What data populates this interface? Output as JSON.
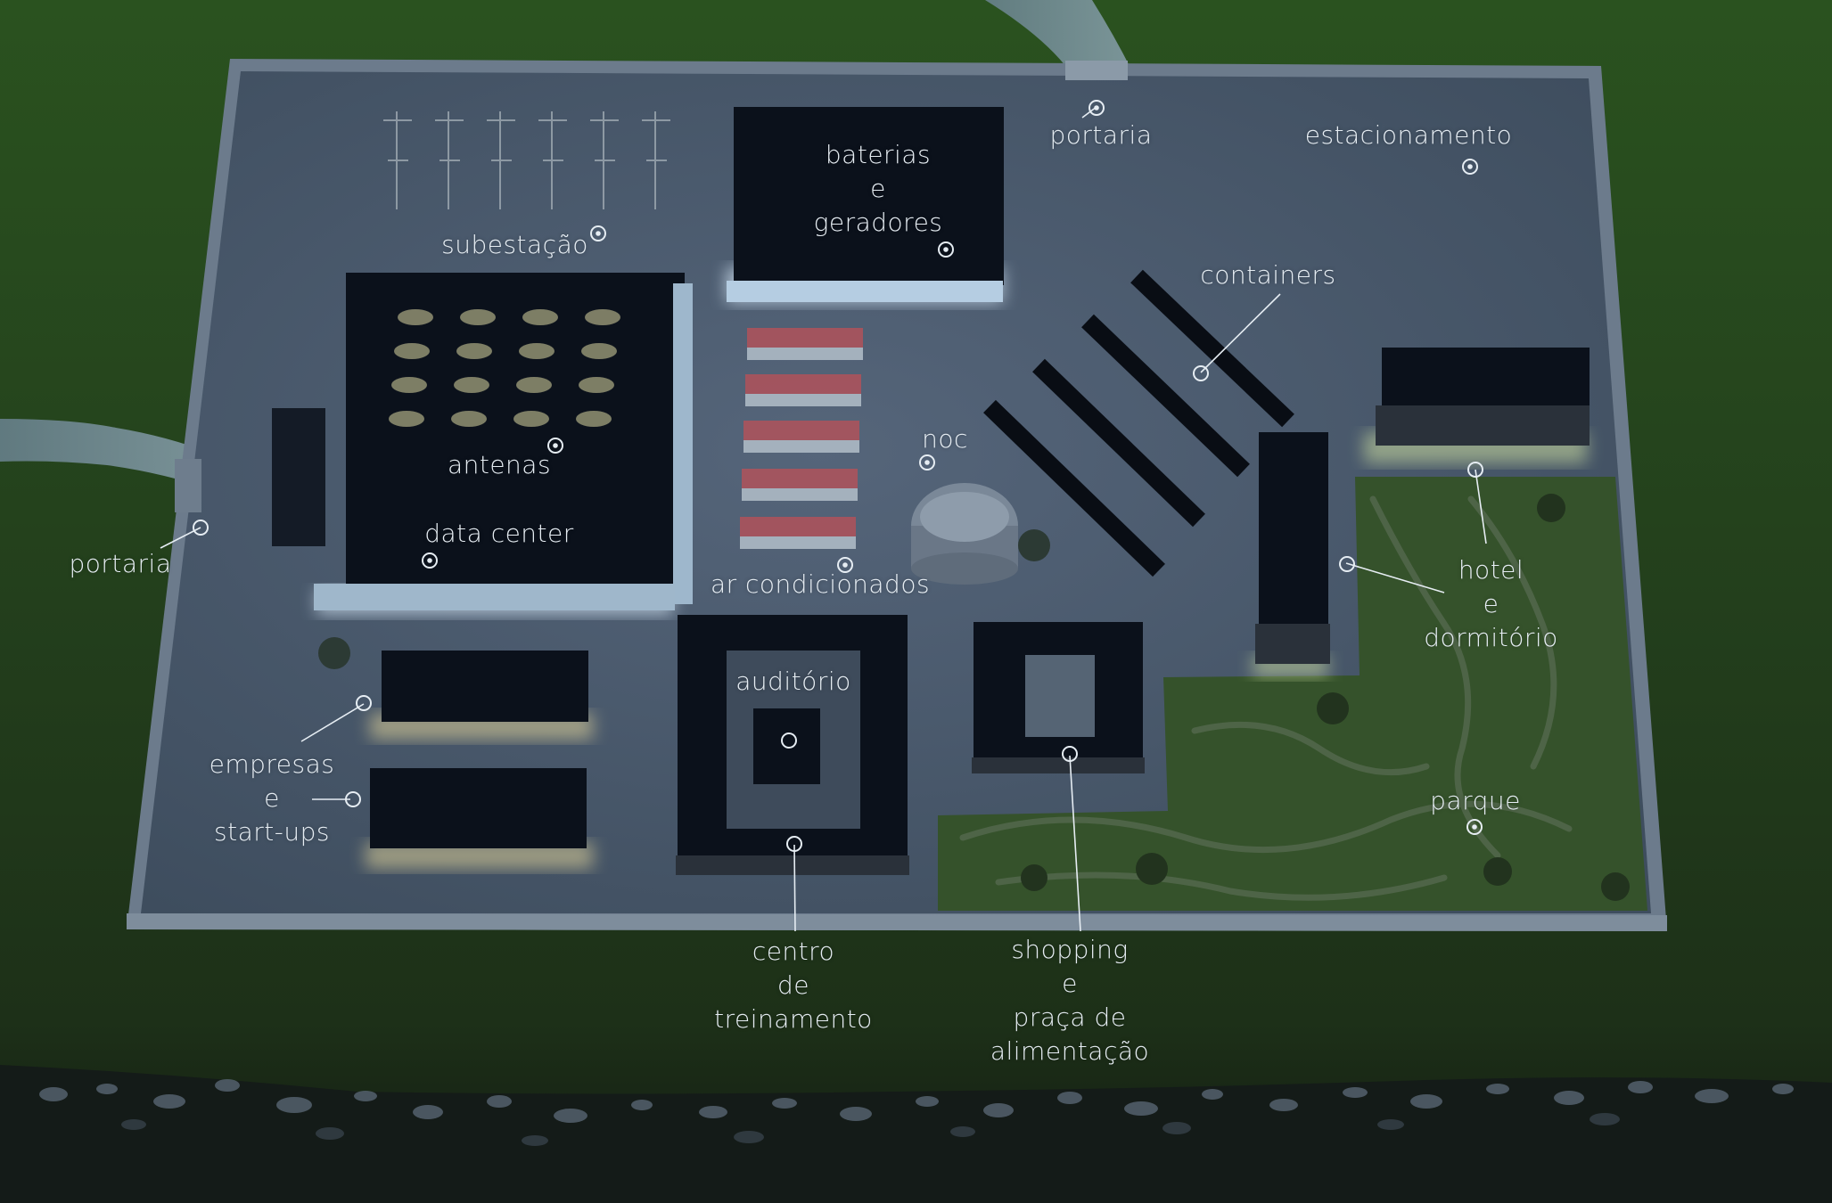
{
  "labels": {
    "portaria_top": "portaria",
    "estacionamento": "estacionamento",
    "baterias": "baterias\ne\ngeradores",
    "subestacao": "subestação",
    "containers": "containers",
    "antenas": "antenas",
    "noc": "noc",
    "portaria_left": "portaria",
    "data_center": "data center",
    "ar_condicionados": "ar condicionados",
    "hotel": "hotel\ne\ndormitório",
    "auditorio": "auditório",
    "empresas": "empresas\ne\nstart-ups",
    "parque": "parque",
    "centro": "centro\nde\ntreinamento",
    "shopping": "shopping\ne\npraça de\nalimentação"
  },
  "icons": {
    "marker": "target-marker-icon"
  },
  "colors": {
    "grass_dark": "#1c2f19",
    "grass_light": "#2f5a22",
    "site_floor": "#4a5a6c",
    "building_roof": "#0b111b",
    "building_glow": "#cfe0f0",
    "park_green": "#3a5a30",
    "label_text": "#e6edf3"
  }
}
